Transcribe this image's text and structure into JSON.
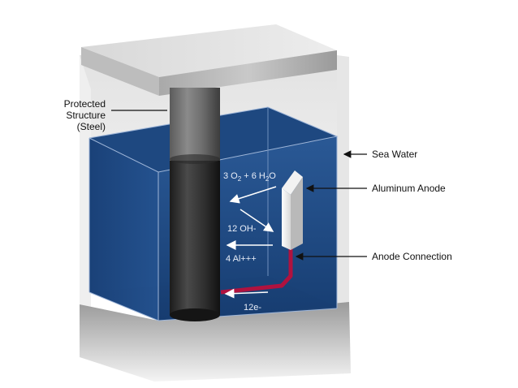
{
  "labels": {
    "protected_line1": "Protected",
    "protected_line2": "Structure",
    "protected_line3": "(Steel)",
    "sea_water": "Sea Water",
    "aluminum_anode": "Aluminum Anode",
    "anode_connection": "Anode Connection"
  },
  "reactions": {
    "oxygen_prefix": "3 O",
    "oxygen_sub": "2",
    "water_part": " + 6 H",
    "water_sub": "2",
    "water_suffix": "O",
    "hydroxide": "12 OH-",
    "aluminum_ions": "4 Al+++",
    "electrons": "12e-"
  },
  "colors": {
    "water": "#1f4a84",
    "wire": "#b0123f",
    "steel": "#3a3a3a",
    "plate": "#c8c8c8"
  }
}
